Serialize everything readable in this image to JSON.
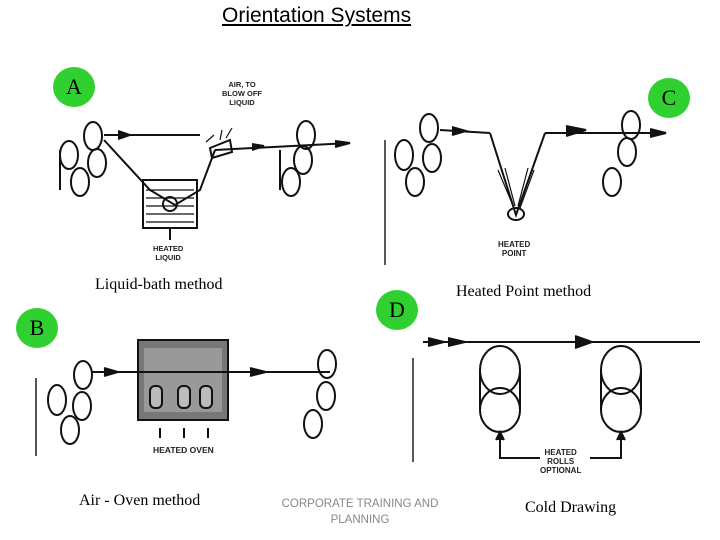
{
  "title": "Orientation Systems",
  "badges": {
    "a": "A",
    "b": "B",
    "c": "C",
    "d": "D"
  },
  "captions": {
    "liquid_bath": "Liquid-bath method",
    "heated_point": "Heated Point method",
    "air_oven": "Air - Oven method",
    "cold_drawing": "Cold Drawing"
  },
  "footer": {
    "line1": "CORPORATE TRAINING AND",
    "line2": "PLANNING"
  },
  "diagram_labels": {
    "air_to_blow_off": [
      "AIR, TO",
      "BLOW OFF",
      "LIQUID"
    ],
    "heated_liquid": [
      "HEATED",
      "LIQUID"
    ],
    "heated_point": [
      "HEATED",
      "POINT"
    ],
    "heated_oven": "HEATED OVEN",
    "heated_rolls": [
      "HEATED",
      "ROLLS",
      "OPTIONAL"
    ]
  }
}
